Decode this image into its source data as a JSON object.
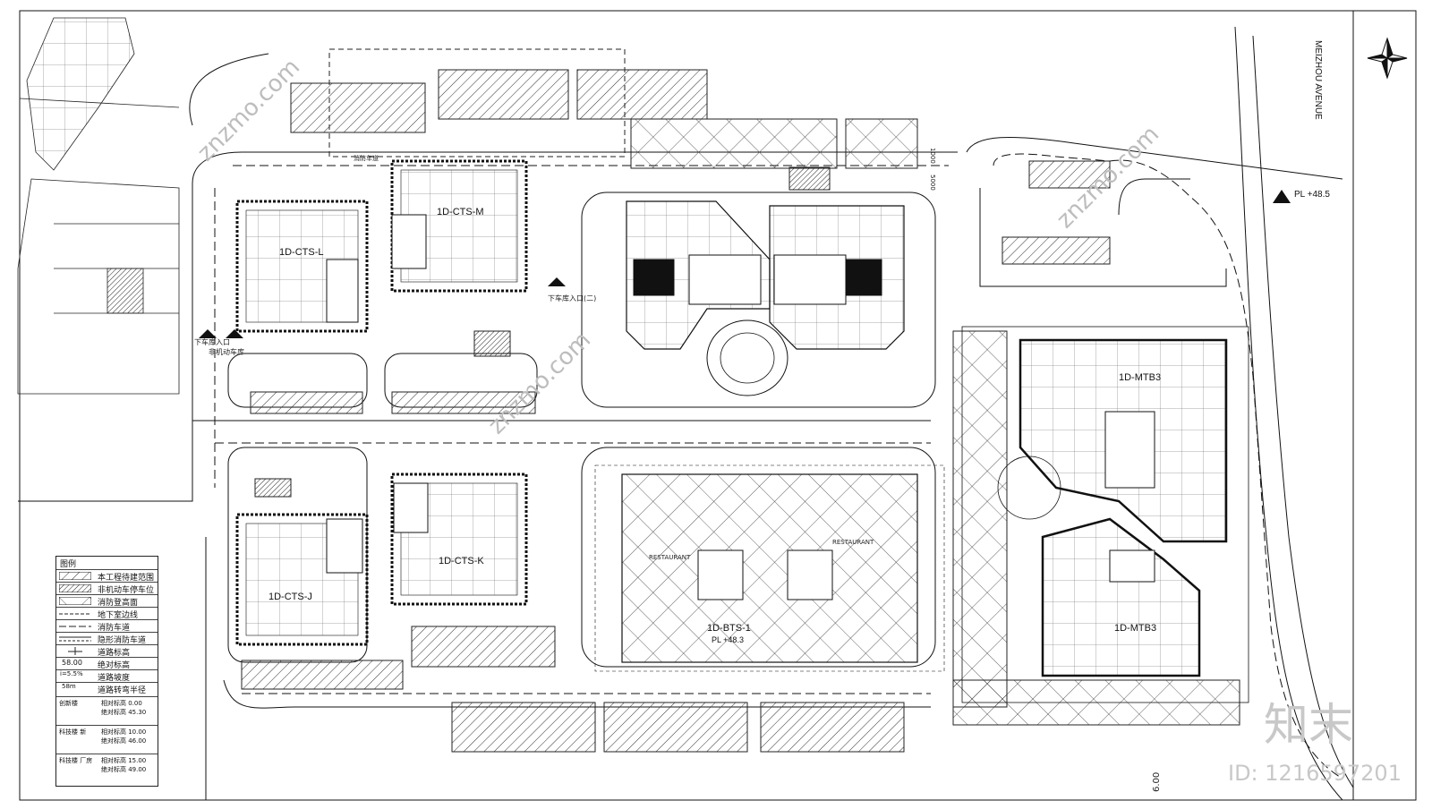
{
  "buildings": {
    "ctsl": "1D-CTS-L",
    "ctsm": "1D-CTS-M",
    "ctsj": "1D-CTS-J",
    "ctsk": "1D-CTS-K",
    "mtb3_top": "1D-MTB3",
    "mtb3_bottom": "1D-MTB3",
    "bts1": "1D-BTS-1",
    "bts1_pl": "PL +48.3"
  },
  "site": {
    "road_name": "MEIZHOU AVENUE",
    "pl_label": "PL +48.5",
    "entrance_1": "下车库入口",
    "entrance_2": "下车库入口(二)",
    "bike_entry": "非机动车库",
    "fire_road": "消防车道",
    "restaurant_1": "RESTAURANT",
    "restaurant_2": "RESTAURANT",
    "dim_1000": "1000",
    "dim_5000": "5000",
    "dim_600": "6.00"
  },
  "legend": {
    "title": "图例",
    "rows": [
      {
        "label": "本工程待建范围"
      },
      {
        "label": "非机动车停车位"
      },
      {
        "label": "消防登高面"
      },
      {
        "label": "地下室边线"
      },
      {
        "label": "消防车道"
      },
      {
        "label": "隐形消防车道"
      },
      {
        "label": "道路标高"
      },
      {
        "label": "绝对标高"
      },
      {
        "label": "道路坡度"
      },
      {
        "label": "道路转弯半径"
      }
    ],
    "sym_values": {
      "elev": "58.00",
      "slope": "i=5.5%",
      "slope_len": "58m"
    },
    "lower": [
      {
        "key": "创新楼",
        "v1": "相对标高  0.00",
        "v2": "绝对标高  45.30"
      },
      {
        "key": "科技楼 新",
        "v1": "相对标高  10.00",
        "v2": "绝对标高  46.00"
      },
      {
        "key": "科技楼 厂房",
        "v1": "相对标高  15.00",
        "v2": "绝对标高  49.00"
      }
    ]
  },
  "watermark": {
    "brand": "知末",
    "id": "ID: 1216597201",
    "site": "znzmo.com"
  },
  "colors": {
    "line": "#1a1a1a",
    "hatch": "#333333",
    "watermark": "#bdbdbd"
  }
}
